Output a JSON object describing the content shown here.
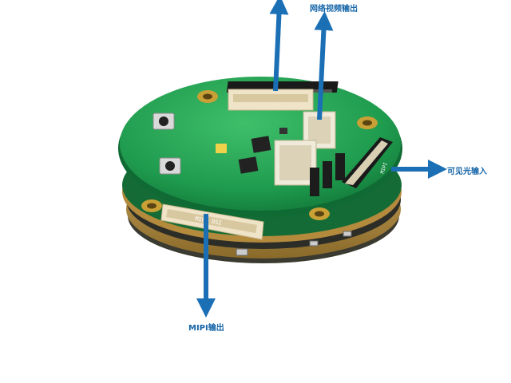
{
  "labels": {
    "network_video_output": "网络视频输出",
    "visible_light_input": "可见光输入",
    "mipi_output": "MIPI输出"
  },
  "silkscreen": {
    "mipi_dsi": "MIPI DSI",
    "mipi_csi": "MIPI"
  },
  "colors": {
    "arrow": "#1b6fb5",
    "pcb_green": "#1f9b4e",
    "pcb_edge": "#0f6a33",
    "gold": "#c9a035",
    "connector_ivory": "#efe3c8",
    "label_text": "#1565a8"
  }
}
